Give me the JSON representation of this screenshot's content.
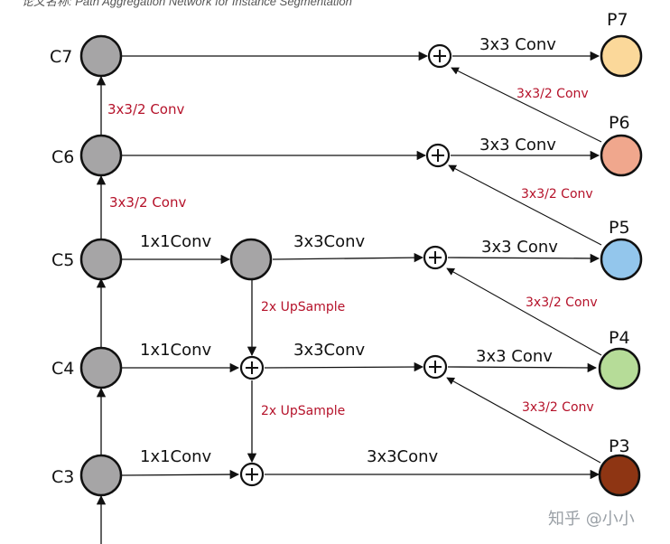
{
  "header_caption": "论文名称: Path Aggregation Network for Instance Segmentation",
  "watermark": "知乎 @小小",
  "backbone": [
    {
      "id": "C7",
      "label": "C7"
    },
    {
      "id": "C6",
      "label": "C6"
    },
    {
      "id": "C5",
      "label": "C5"
    },
    {
      "id": "C4",
      "label": "C4"
    },
    {
      "id": "C3",
      "label": "C3"
    }
  ],
  "outputs": [
    {
      "id": "P7",
      "label": "P7",
      "color": "#fbd89a"
    },
    {
      "id": "P6",
      "label": "P6",
      "color": "#f0a78d"
    },
    {
      "id": "P5",
      "label": "P5",
      "color": "#93c6ec"
    },
    {
      "id": "P4",
      "label": "P4",
      "color": "#b6dc98"
    },
    {
      "id": "P3",
      "label": "P3",
      "color": "#8e3513"
    }
  ],
  "colors": {
    "backbone_fill": "#a6a5a6",
    "red_text": "#b5122a",
    "stroke": "#111111"
  },
  "edge_labels": {
    "c6_to_c7": "3x3/2 Conv",
    "c5_to_c6": "3x3/2 Conv",
    "c5_lateral": "1x1Conv",
    "c4_lateral": "1x1Conv",
    "c3_lateral": "1x1Conv",
    "c5_inner_conv": "3x3Conv",
    "c4_inner_conv": "3x3Conv",
    "c3_inner_conv": "3x3Conv",
    "upsample_5_to_4": "2x UpSample",
    "upsample_4_to_3": "2x UpSample",
    "p7_conv": "3x3 Conv",
    "p6_conv": "3x3 Conv",
    "p5_conv": "3x3 Conv",
    "p4_conv": "3x3 Conv",
    "p6_down": "3x3/2 Conv",
    "p5_down": "3x3/2 Conv",
    "p4_down": "3x3/2 Conv",
    "p3_down": "3x3/2 Conv"
  }
}
